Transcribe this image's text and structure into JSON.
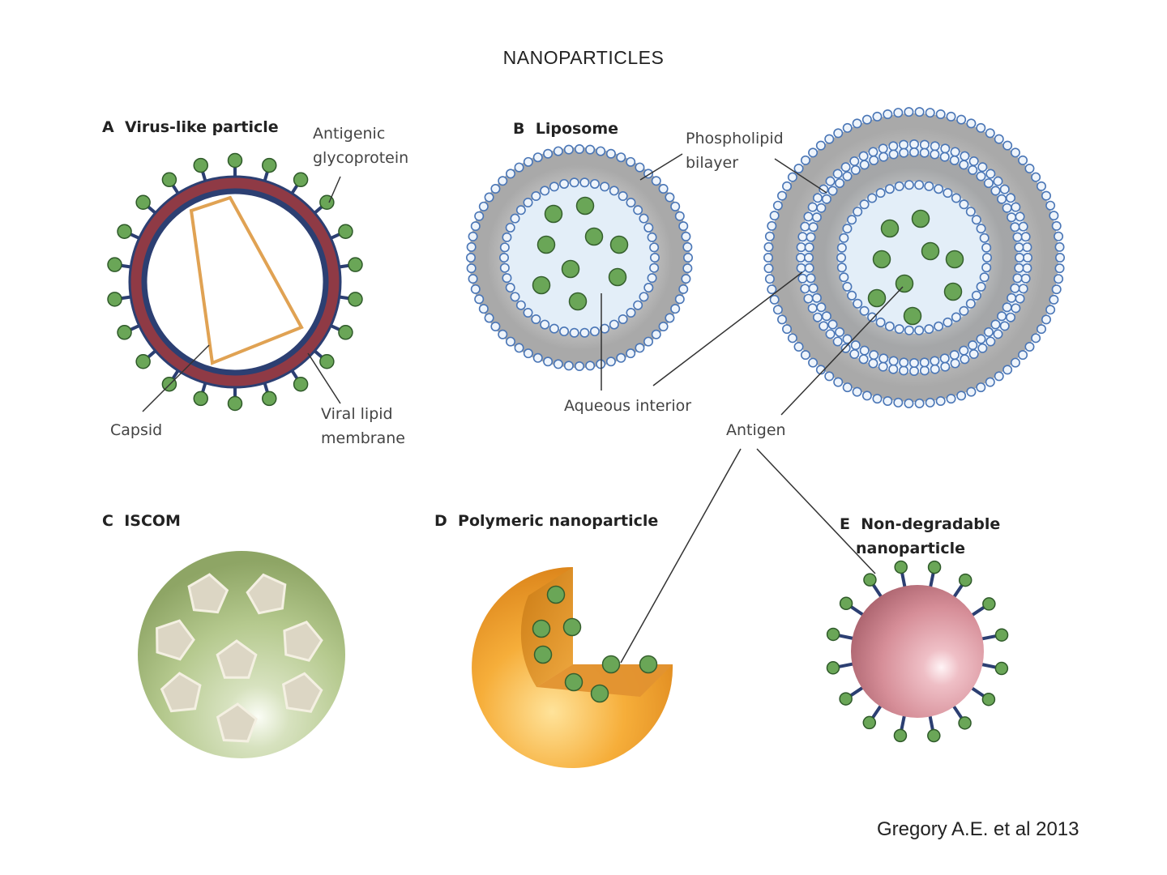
{
  "title": "NANOPARTICLES",
  "panels": {
    "a": {
      "letter": "A",
      "name": "Virus-like particle",
      "labels": {
        "antigenic_1": "Antigenic",
        "antigenic_2": "glycoprotein",
        "capsid": "Capsid",
        "membrane_1": "Viral lipid",
        "membrane_2": "membrane"
      }
    },
    "b": {
      "letter": "B",
      "name": "Liposome",
      "labels": {
        "bilayer_1": "Phospholipid",
        "bilayer_2": "bilayer",
        "aqueous": "Aqueous interior"
      }
    },
    "c": {
      "letter": "C",
      "name": "ISCOM"
    },
    "d": {
      "letter": "D",
      "name": "Polymeric nanoparticle"
    },
    "e": {
      "letter": "E",
      "name_1": "Non-degradable",
      "name_2": "nanoparticle"
    }
  },
  "antigen_label": "Antigen",
  "credit": "Gregory A.E. et al 2013",
  "colors": {
    "antigen_green": "#6aa657",
    "stem_navy": "#2c3f72",
    "membrane_red": "#8f3a45",
    "capsid_orange": "#e0a253",
    "bilayer_blue": "#4a76b6",
    "aqueous": "#e3eef8",
    "iscom_green": "#b3c88d",
    "polymer_orange": "#f0a22e",
    "sphere_pink": "#d89099"
  }
}
